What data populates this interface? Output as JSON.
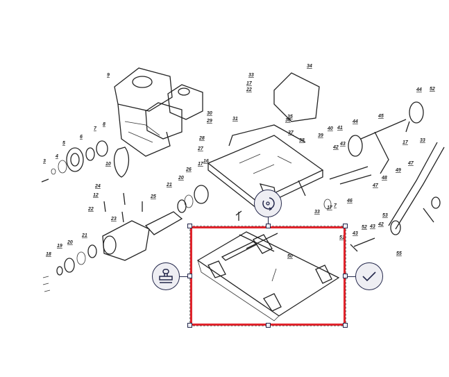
{
  "diagram": {
    "part_labels": [
      "9",
      "34",
      "33",
      "17",
      "22",
      "30",
      "29",
      "31",
      "44",
      "52",
      "45",
      "44",
      "8",
      "7",
      "6",
      "5",
      "4",
      "3",
      "10",
      "28",
      "27",
      "16",
      "17",
      "26",
      "20",
      "21",
      "24",
      "12",
      "25",
      "22",
      "23",
      "21",
      "20",
      "19",
      "18",
      "38",
      "36",
      "35",
      "37",
      "40",
      "41",
      "39",
      "42",
      "43",
      "46",
      "47",
      "48",
      "49",
      "33",
      "17",
      "47",
      "53",
      "51",
      "43",
      "52",
      "43",
      "42",
      "55",
      "7",
      "17",
      "33",
      "50"
    ]
  },
  "selection": {
    "border_color": "#e0242c",
    "handle_color": "#22264a",
    "controls": {
      "rotate": "rotate-icon",
      "stamp": "stamp-icon",
      "confirm": "checkmark-icon"
    }
  }
}
